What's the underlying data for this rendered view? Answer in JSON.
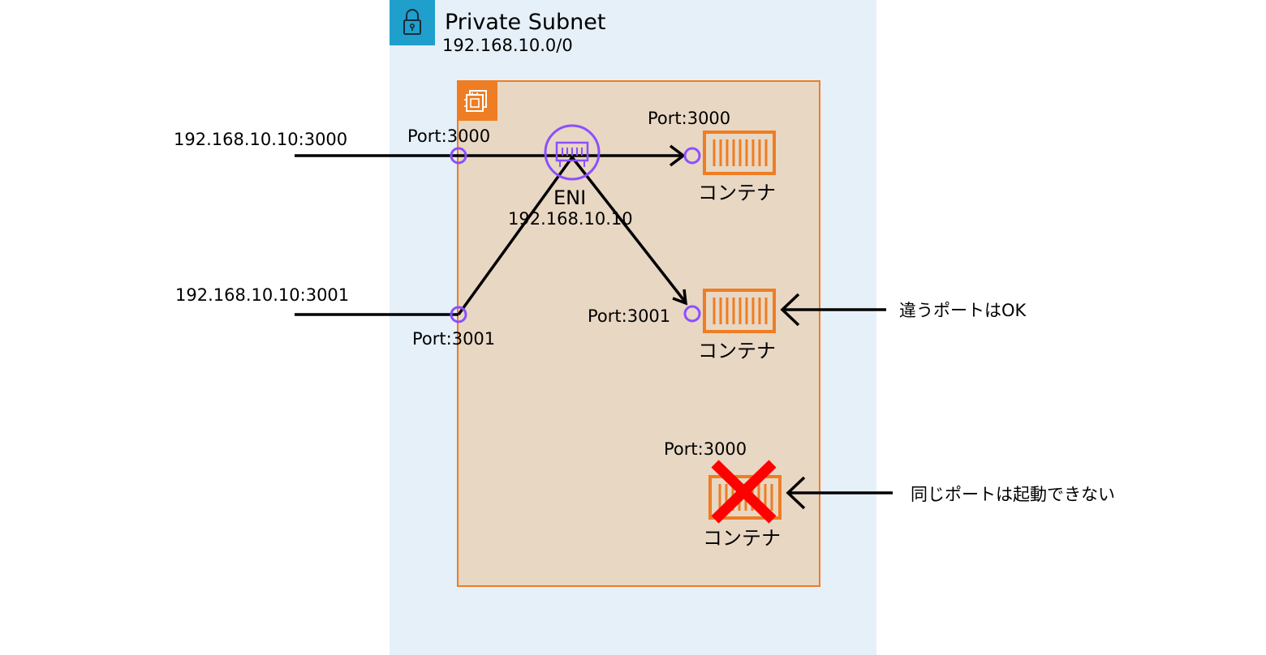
{
  "subnet": {
    "title": "Private Subnet",
    "cidr": "192.168.10.0/0",
    "icon": "lock-icon",
    "color": "#1f9fcc",
    "fill": "#e6f0f8"
  },
  "instance": {
    "icon": "ec2-instance-icon",
    "color": "#ee7d24",
    "fill": "#e8d7c3"
  },
  "eni": {
    "label": "ENI",
    "ip": "192.168.10.10",
    "icon": "network-interface-icon",
    "color": "#8c4fff"
  },
  "endpoints": [
    {
      "address": "192.168.10.10:3000",
      "host_port": "Port:3000"
    },
    {
      "address": "192.168.10.10:3001",
      "host_port": "Port:3001"
    }
  ],
  "containers": [
    {
      "port": "Port:3000",
      "label": "コンテナ",
      "icon": "container-icon"
    },
    {
      "port": "Port:3001",
      "label": "コンテナ",
      "icon": "container-icon"
    },
    {
      "port": "Port:3000",
      "label": "コンテナ",
      "icon": "container-icon",
      "blocked": true
    }
  ],
  "notes": {
    "ok": "違うポートはOK",
    "ng": "同じポートは起動できない"
  },
  "colors": {
    "port_circle": "#8c4fff",
    "container": "#ee7d24",
    "blocked_mark": "#ff0000",
    "arrow": "#000000"
  }
}
